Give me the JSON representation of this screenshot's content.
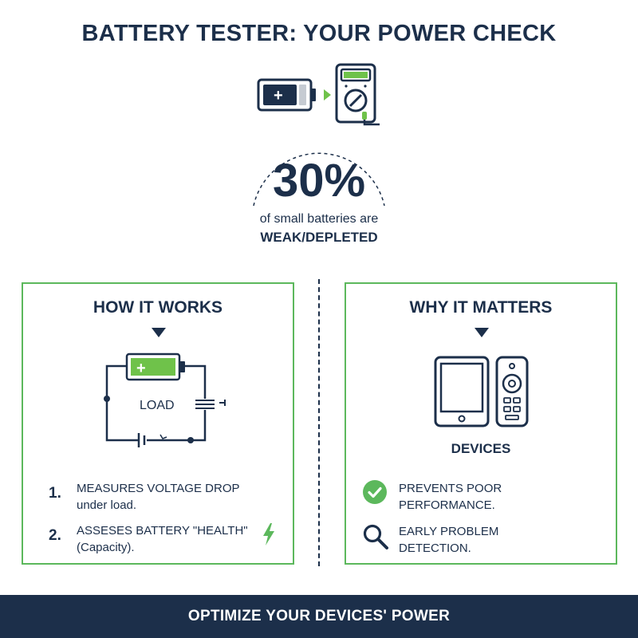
{
  "title": "BATTERY TESTER: YOUR POWER CHECK",
  "hero": {
    "battery_symbol": "+"
  },
  "stat": {
    "value": "30%",
    "line1": "of small batteries are",
    "line2": "WEAK/DEPLETED"
  },
  "how_it_works": {
    "title": "HOW IT WORKS",
    "battery_symbol": "+",
    "load_label": "LOAD",
    "steps": [
      {
        "num": "1.",
        "line1": "MEASURES VOLTAGE DROP",
        "line2": "under load."
      },
      {
        "num": "2.",
        "line1": "ASSESES BATTERY \"HEALTH\"",
        "line2": "(Capacity)."
      }
    ]
  },
  "why_it_matters": {
    "title": "WHY IT MATTERS",
    "devices_label": "DEVICES",
    "items": [
      {
        "icon": "check-circle-icon",
        "line1": "PREVENTS POOR",
        "line2": "PERFORMANCE."
      },
      {
        "icon": "magnifier-icon",
        "line1": "EARLY PROBLEM",
        "line2": "DETECTION."
      }
    ]
  },
  "footer": {
    "text": "OPTIMIZE YOUR DEVICES' POWER"
  },
  "colors": {
    "navy": "#1c2f4a",
    "green": "#5cb85c",
    "green_fill": "#6fc24a"
  }
}
